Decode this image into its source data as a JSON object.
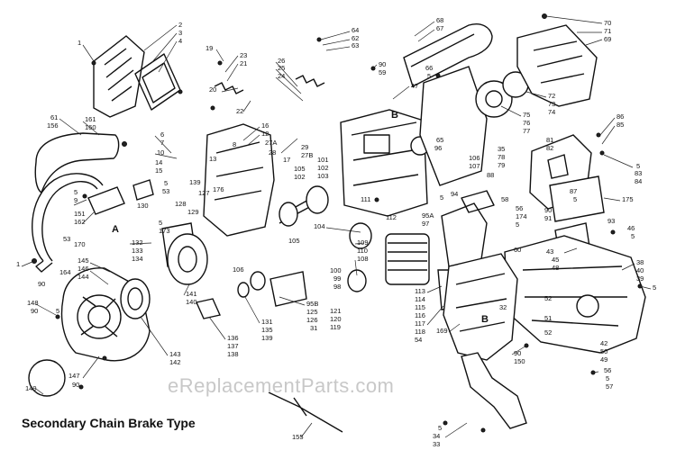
{
  "caption": "Secondary Chain Brake Type",
  "watermark": "eReplacementParts.com",
  "callouts": [
    {
      "text": "1"
    },
    {
      "text": "2"
    },
    {
      "text": "3"
    },
    {
      "text": "4"
    },
    {
      "text": "19"
    },
    {
      "text": "23"
    },
    {
      "text": "21"
    },
    {
      "text": "20"
    },
    {
      "text": "22"
    },
    {
      "text": "26"
    },
    {
      "text": "25"
    },
    {
      "text": "24"
    },
    {
      "text": "64"
    },
    {
      "text": "62"
    },
    {
      "text": "63"
    },
    {
      "text": "90"
    },
    {
      "text": "59"
    },
    {
      "text": "47"
    },
    {
      "text": "68"
    },
    {
      "text": "67"
    },
    {
      "text": "66"
    },
    {
      "text": "5"
    },
    {
      "text": "70"
    },
    {
      "text": "71"
    },
    {
      "text": "69"
    },
    {
      "text": "72"
    },
    {
      "text": "73"
    },
    {
      "text": "74"
    },
    {
      "text": "75"
    },
    {
      "text": "76"
    },
    {
      "text": "77"
    },
    {
      "text": "86"
    },
    {
      "text": "85"
    },
    {
      "text": "5"
    },
    {
      "text": "83"
    },
    {
      "text": "84"
    },
    {
      "text": "61"
    },
    {
      "text": "156"
    },
    {
      "text": "161"
    },
    {
      "text": "160"
    },
    {
      "text": "6"
    },
    {
      "text": "7"
    },
    {
      "text": "10"
    },
    {
      "text": "14"
    },
    {
      "text": "15"
    },
    {
      "text": "16"
    },
    {
      "text": "12"
    },
    {
      "text": "8"
    },
    {
      "text": "27A"
    },
    {
      "text": "28"
    },
    {
      "text": "29"
    },
    {
      "text": "27B"
    },
    {
      "text": "17"
    },
    {
      "text": "13"
    },
    {
      "text": "139"
    },
    {
      "text": "105"
    },
    {
      "text": "102"
    },
    {
      "text": "101"
    },
    {
      "text": "102"
    },
    {
      "text": "103"
    },
    {
      "text": "B"
    },
    {
      "text": "65"
    },
    {
      "text": "96"
    },
    {
      "text": "35"
    },
    {
      "text": "78"
    },
    {
      "text": "79"
    },
    {
      "text": "106"
    },
    {
      "text": "107"
    },
    {
      "text": "88"
    },
    {
      "text": "81"
    },
    {
      "text": "82"
    },
    {
      "text": "87"
    },
    {
      "text": "5"
    },
    {
      "text": "175"
    },
    {
      "text": "5"
    },
    {
      "text": "9"
    },
    {
      "text": "53"
    },
    {
      "text": "5"
    },
    {
      "text": "151"
    },
    {
      "text": "162"
    },
    {
      "text": "A"
    },
    {
      "text": "176"
    },
    {
      "text": "127"
    },
    {
      "text": "128"
    },
    {
      "text": "130"
    },
    {
      "text": "129"
    },
    {
      "text": "5"
    },
    {
      "text": "173"
    },
    {
      "text": "111"
    },
    {
      "text": "112"
    },
    {
      "text": "95A"
    },
    {
      "text": "97"
    },
    {
      "text": "5"
    },
    {
      "text": "94"
    },
    {
      "text": "58"
    },
    {
      "text": "56"
    },
    {
      "text": "174"
    },
    {
      "text": "5"
    },
    {
      "text": "90"
    },
    {
      "text": "91"
    },
    {
      "text": "93"
    },
    {
      "text": "46"
    },
    {
      "text": "5"
    },
    {
      "text": "53"
    },
    {
      "text": "170"
    },
    {
      "text": "1"
    },
    {
      "text": "90"
    },
    {
      "text": "164"
    },
    {
      "text": "145"
    },
    {
      "text": "146"
    },
    {
      "text": "144"
    },
    {
      "text": "132"
    },
    {
      "text": "133"
    },
    {
      "text": "134"
    },
    {
      "text": "104"
    },
    {
      "text": "105"
    },
    {
      "text": "109"
    },
    {
      "text": "110"
    },
    {
      "text": "108"
    },
    {
      "text": "60"
    },
    {
      "text": "43"
    },
    {
      "text": "45"
    },
    {
      "text": "48"
    },
    {
      "text": "38"
    },
    {
      "text": "40"
    },
    {
      "text": "39"
    },
    {
      "text": "5"
    },
    {
      "text": "106"
    },
    {
      "text": "100"
    },
    {
      "text": "99"
    },
    {
      "text": "98"
    },
    {
      "text": "113"
    },
    {
      "text": "114"
    },
    {
      "text": "115"
    },
    {
      "text": "116"
    },
    {
      "text": "117"
    },
    {
      "text": "118"
    },
    {
      "text": "54"
    },
    {
      "text": "52"
    },
    {
      "text": "32"
    },
    {
      "text": "B"
    },
    {
      "text": "51"
    },
    {
      "text": "52"
    },
    {
      "text": "148"
    },
    {
      "text": "90"
    },
    {
      "text": "5"
    },
    {
      "text": "141"
    },
    {
      "text": "140"
    },
    {
      "text": "95B"
    },
    {
      "text": "125"
    },
    {
      "text": "126"
    },
    {
      "text": "31"
    },
    {
      "text": "121"
    },
    {
      "text": "120"
    },
    {
      "text": "119"
    },
    {
      "text": "131"
    },
    {
      "text": "135"
    },
    {
      "text": "139"
    },
    {
      "text": "136"
    },
    {
      "text": "137"
    },
    {
      "text": "138"
    },
    {
      "text": "143"
    },
    {
      "text": "142"
    },
    {
      "text": "169"
    },
    {
      "text": "90"
    },
    {
      "text": "150"
    },
    {
      "text": "42"
    },
    {
      "text": "50"
    },
    {
      "text": "49"
    },
    {
      "text": "56"
    },
    {
      "text": "5"
    },
    {
      "text": "57"
    },
    {
      "text": "149"
    },
    {
      "text": "147"
    },
    {
      "text": "90"
    },
    {
      "text": "155"
    },
    {
      "text": "5"
    },
    {
      "text": "34"
    },
    {
      "text": "33"
    }
  ]
}
